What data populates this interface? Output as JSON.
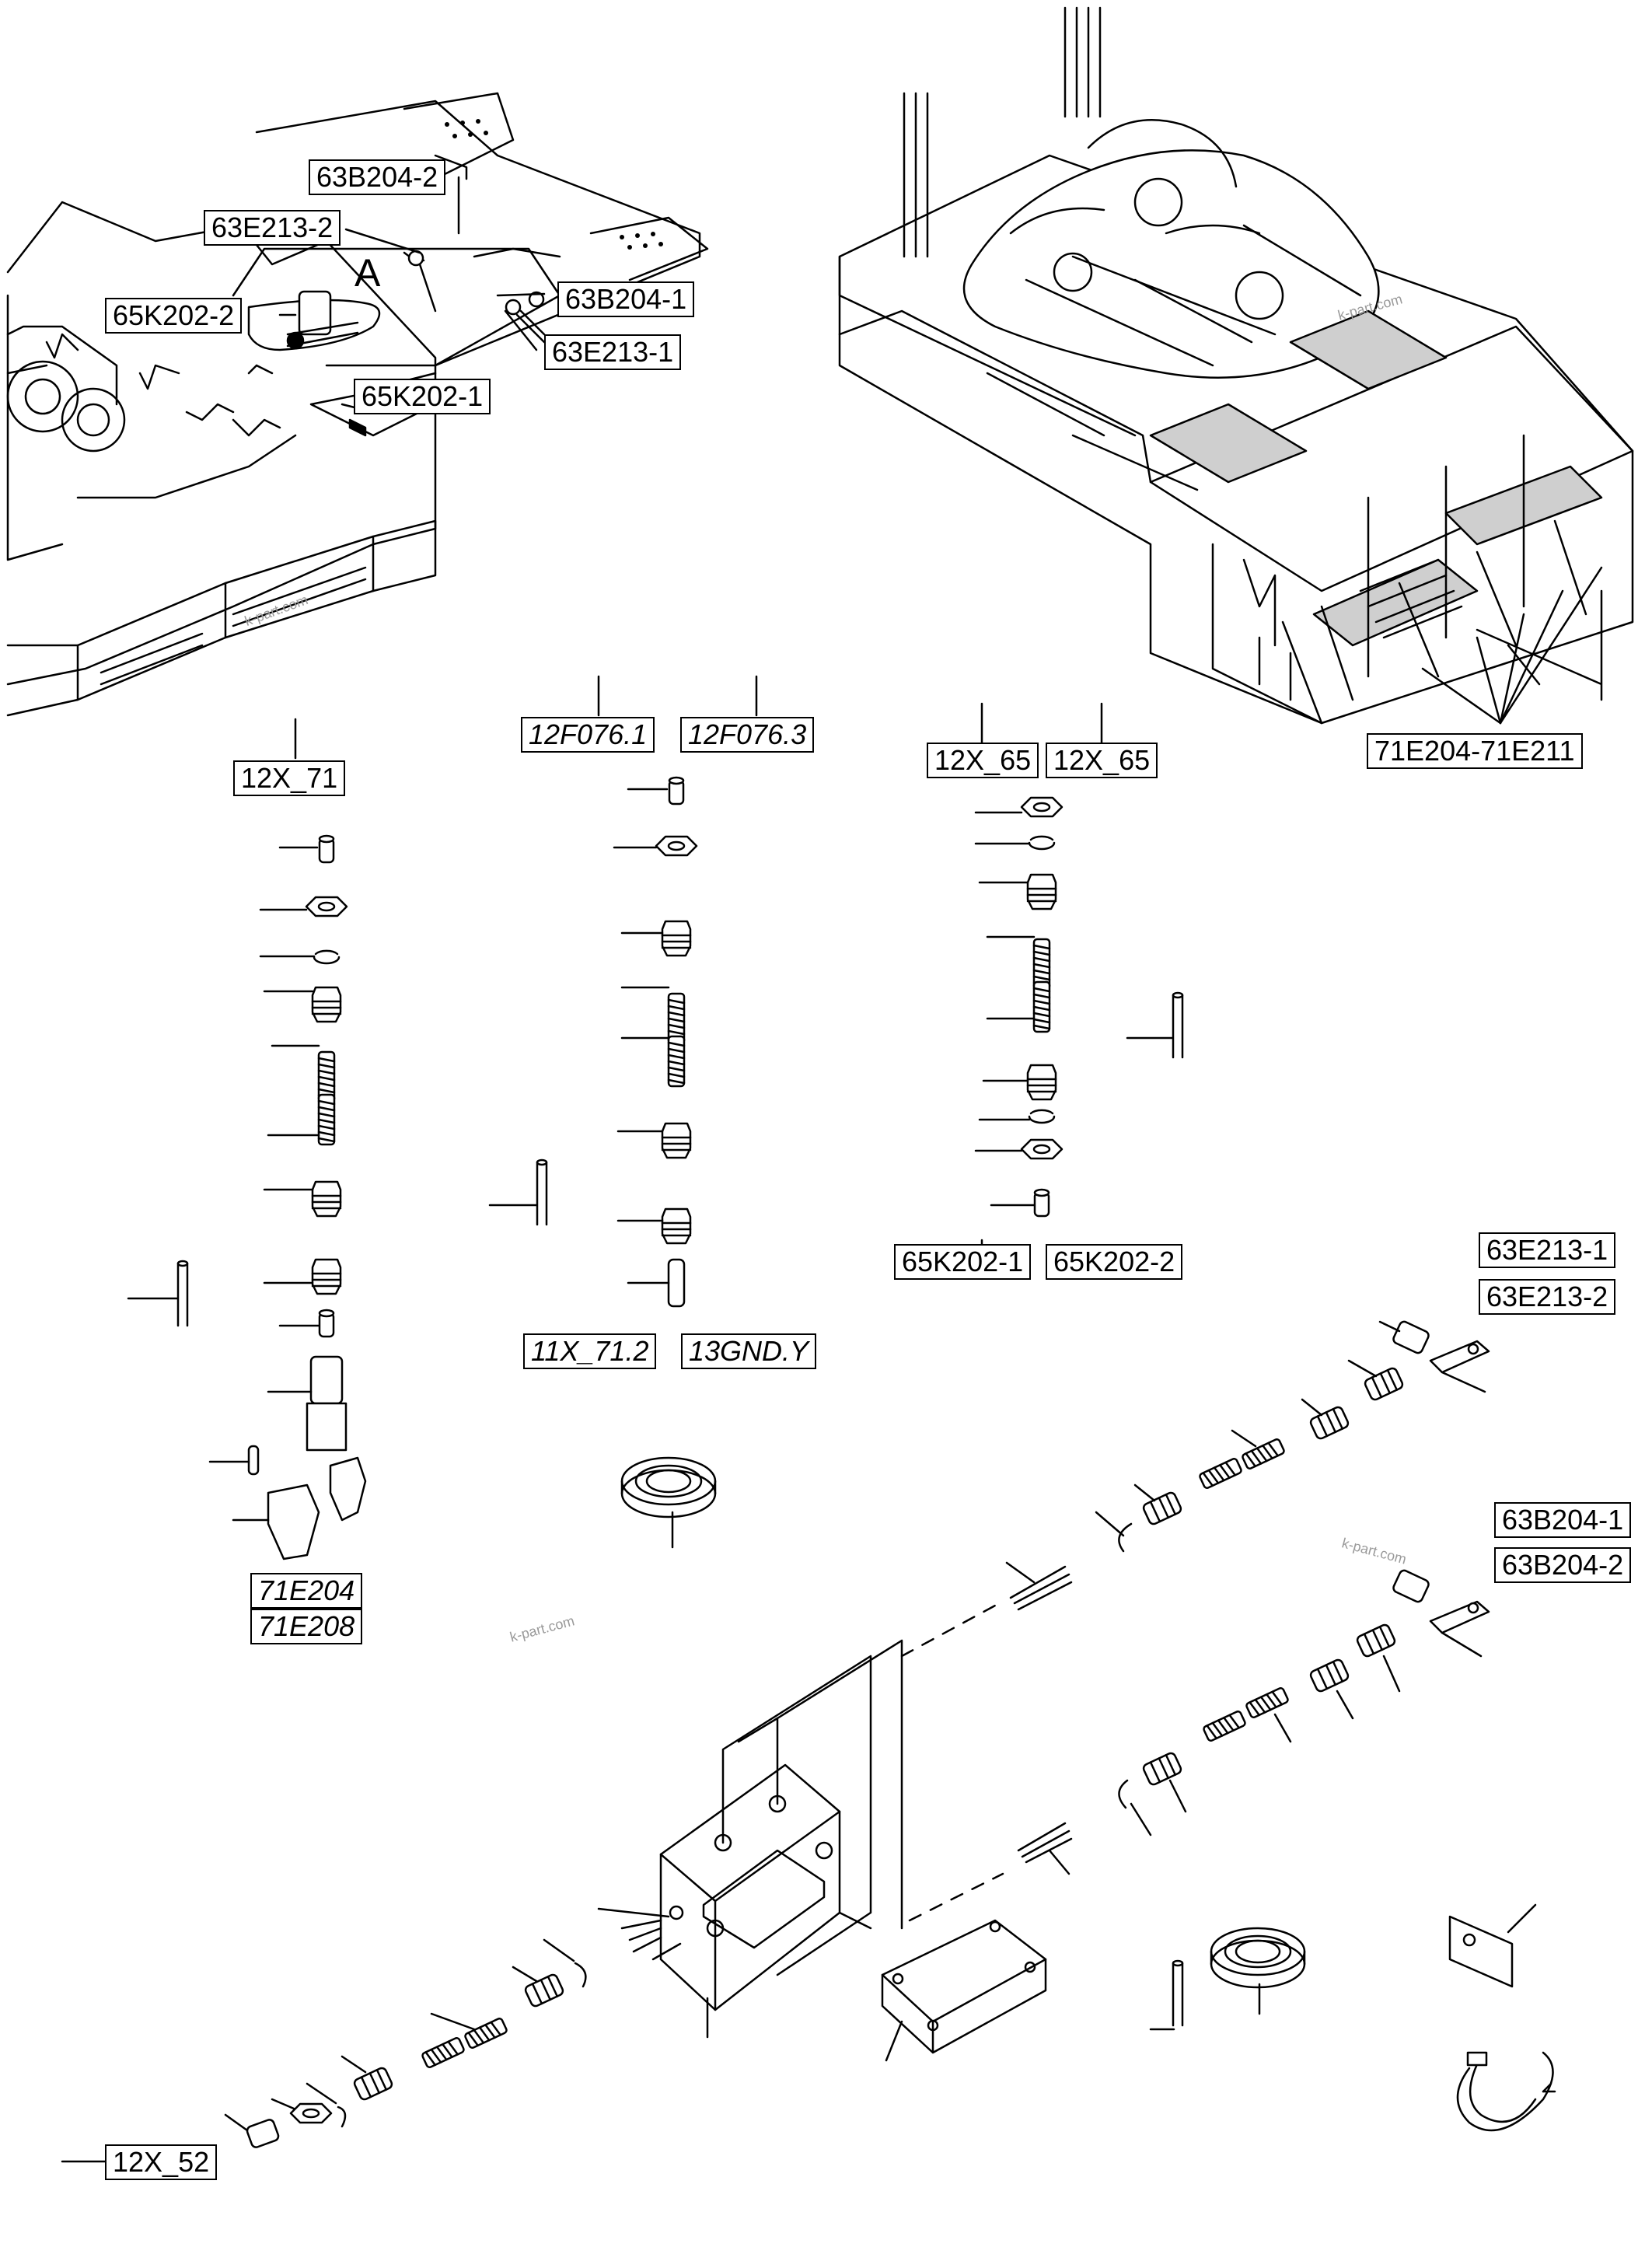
{
  "watermark": "k-part.com",
  "view_marker": "A",
  "labels": {
    "l63B204_2_top": "63B204-2",
    "l63E213_2_top": "63E213-2",
    "l65K202_2_top": "65K202-2",
    "l63B204_1_top": "63B204-1",
    "l63E213_1_top": "63E213-1",
    "l65K202_1_top": "65K202-1",
    "l71E204_71E211": "71E204-71E211",
    "l12F076_1": "12F076.1",
    "l12F076_3": "12F076.3",
    "l12X_65_a": "12X_65",
    "l12X_65_b": "12X_65",
    "l12X_71": "12X_71",
    "l65K202_1_mid": "65K202-1",
    "l65K202_2_mid": "65K202-2",
    "l11X_71_2": "11X_71.2",
    "l13GND_Y": "13GND.Y",
    "l71E204": "71E204",
    "l71E208": "71E208",
    "l63E213_1_right": "63E213-1",
    "l63E213_2_right": "63E213-2",
    "l63B204_1_right": "63B204-1",
    "l63B204_2_right": "63B204-2",
    "l12X_52": "12X_52"
  }
}
